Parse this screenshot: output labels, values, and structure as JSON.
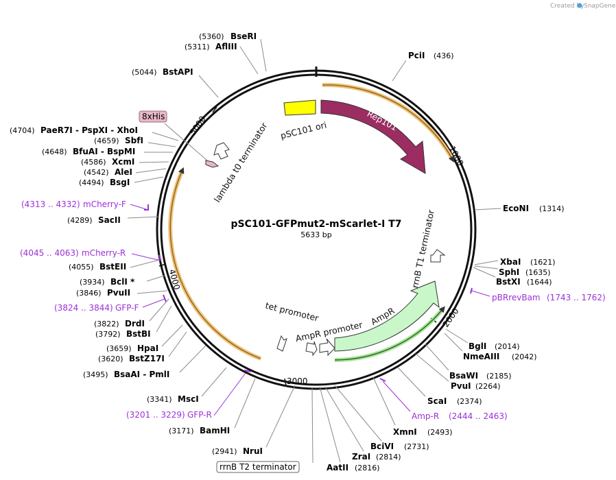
{
  "credit": {
    "prefix": "Created by",
    "brand": "SnapGene"
  },
  "map": {
    "name": "pSC101-GFPmut2-mScarlet-I T7",
    "length_label": "5633 bp",
    "length": 5633
  },
  "ticks": [
    {
      "label": "1000",
      "bp": 1000
    },
    {
      "label": "2000",
      "bp": 2000
    },
    {
      "label": "3000",
      "bp": 3000
    },
    {
      "label": "4000",
      "bp": 4000
    },
    {
      "label": "5000",
      "bp": 5000
    }
  ],
  "features": {
    "pSC101_ori": "pSC101 ori",
    "rep101": "Rep101",
    "rrnB_T1": "rrnB T1 terminator",
    "ampR": "AmpR",
    "ampR_promoter": "AmpR promoter",
    "tet_promoter": "tet promoter",
    "lambda_t0": "lambda t0 terminator",
    "his_tag": "8xHis",
    "rrnB_T2": "rrnB T2 terminator"
  },
  "sites": [
    {
      "id": "bseri",
      "pos": "(5360)",
      "name": "BseRI",
      "bp": 5360
    },
    {
      "id": "aflIII",
      "pos": "(5311)",
      "name": "AflIII",
      "bp": 5311
    },
    {
      "id": "bstapi",
      "pos": "(5044)",
      "name": "BstAPI",
      "bp": 5044
    },
    {
      "id": "pcii",
      "pos": "(436)",
      "name": "PciI",
      "bp": 436
    },
    {
      "id": "paer7i",
      "pos": "(4704)",
      "name": "PaeR7I - PspXI - XhoI",
      "bp": 4704
    },
    {
      "id": "sbfi",
      "pos": "(4659)",
      "name": "SbfI",
      "bp": 4659
    },
    {
      "id": "bfuai",
      "pos": "(4648)",
      "name": "BfuAI - BspMI",
      "bp": 4648
    },
    {
      "id": "xcmi",
      "pos": "(4586)",
      "name": "XcmI",
      "bp": 4586
    },
    {
      "id": "alei",
      "pos": "(4542)",
      "name": "AleI",
      "bp": 4542
    },
    {
      "id": "bsgi",
      "pos": "(4494)",
      "name": "BsgI",
      "bp": 4494
    },
    {
      "id": "sacii",
      "pos": "(4289)",
      "name": "SacII",
      "bp": 4289
    },
    {
      "id": "bsteii",
      "pos": "(4055)",
      "name": "BstEII",
      "bp": 4055
    },
    {
      "id": "bcli",
      "pos": "(3934)",
      "name": "BclI *",
      "bp": 3934
    },
    {
      "id": "pvuii",
      "pos": "(3846)",
      "name": "PvuII",
      "bp": 3846
    },
    {
      "id": "drdi",
      "pos": "(3822)",
      "name": "DrdI",
      "bp": 3822
    },
    {
      "id": "bstbi",
      "pos": "(3792)",
      "name": "BstBI",
      "bp": 3792
    },
    {
      "id": "hpai",
      "pos": "(3659)",
      "name": "HpaI",
      "bp": 3659
    },
    {
      "id": "bstz17i",
      "pos": "(3620)",
      "name": "BstZ17I",
      "bp": 3620
    },
    {
      "id": "bsaai",
      "pos": "(3495)",
      "name": "BsaAI - PmlI",
      "bp": 3495
    },
    {
      "id": "msci",
      "pos": "(3341)",
      "name": "MscI",
      "bp": 3341
    },
    {
      "id": "bamhi",
      "pos": "(3171)",
      "name": "BamHI",
      "bp": 3171
    },
    {
      "id": "nrui",
      "pos": "(2941)",
      "name": "NruI",
      "bp": 2941
    },
    {
      "id": "aatii",
      "pos": "(2816)",
      "name": "AatII",
      "bp": 2816
    },
    {
      "id": "zrai",
      "pos": "(2814)",
      "name": "ZraI",
      "bp": 2814
    },
    {
      "id": "bcivi",
      "pos": "(2731)",
      "name": "BciVI",
      "bp": 2731
    },
    {
      "id": "xmni",
      "pos": "(2493)",
      "name": "XmnI",
      "bp": 2493
    },
    {
      "id": "scai",
      "pos": "(2374)",
      "name": "ScaI",
      "bp": 2374
    },
    {
      "id": "pvui",
      "pos": "(2264)",
      "name": "PvuI",
      "bp": 2264
    },
    {
      "id": "bsawi",
      "pos": "(2185)",
      "name": "BsaWI",
      "bp": 2185
    },
    {
      "id": "nmeaiii",
      "pos": "(2042)",
      "name": "NmeAIII",
      "bp": 2042
    },
    {
      "id": "bgli",
      "pos": "(2014)",
      "name": "BglI",
      "bp": 2014
    },
    {
      "id": "bstxi",
      "pos": "(1644)",
      "name": "BstXI",
      "bp": 1644
    },
    {
      "id": "sphi",
      "pos": "(1635)",
      "name": "SphI",
      "bp": 1635
    },
    {
      "id": "xbai",
      "pos": "(1621)",
      "name": "XbaI",
      "bp": 1621
    },
    {
      "id": "econi",
      "pos": "(1314)",
      "name": "EcoNI",
      "bp": 1314
    }
  ],
  "primers": [
    {
      "id": "mcherry_f",
      "range": "(4313 .. 4332)",
      "name": "mCherry-F"
    },
    {
      "id": "mcherry_r",
      "range": "(4045 .. 4063)",
      "name": "mCherry-R"
    },
    {
      "id": "gfp_f",
      "range": "(3824 .. 3844)",
      "name": "GFP-F"
    },
    {
      "id": "gfp_r",
      "range": "(3201 .. 3229)",
      "name": "GFP-R"
    },
    {
      "id": "amp_r",
      "name": "Amp-R",
      "range": "(2444 .. 2463)"
    },
    {
      "id": "pbrrevbam",
      "name": "pBRrevBam",
      "range": "(1743 .. 1762)"
    }
  ],
  "colors": {
    "rep101": "#9b2d63",
    "ori": "#ffff00",
    "ampR": "#c9f7c9",
    "orf_arrow": "#f3c27a",
    "his_tag": "#e6b8c8",
    "primer": "#9b30d9"
  }
}
